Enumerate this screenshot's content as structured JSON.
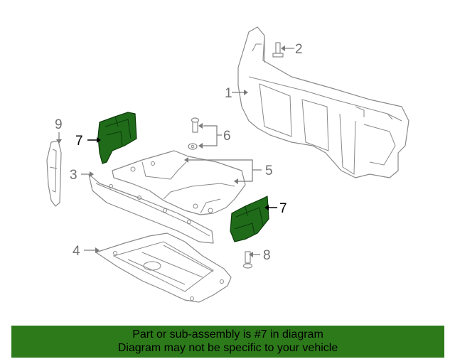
{
  "diagram": {
    "callouts": {
      "c1": "1",
      "c2": "2",
      "c3": "3",
      "c4": "4",
      "c5": "5",
      "c6": "6",
      "c7a": "7",
      "c7b": "7",
      "c8": "8",
      "c9": "9"
    },
    "highlight_color": "#1f6b1a"
  },
  "banner": {
    "line1": "Part or sub-assembly is #7 in diagram",
    "line2": "Diagram may not be specific to your vehicle",
    "background": "#2d7a1b"
  }
}
